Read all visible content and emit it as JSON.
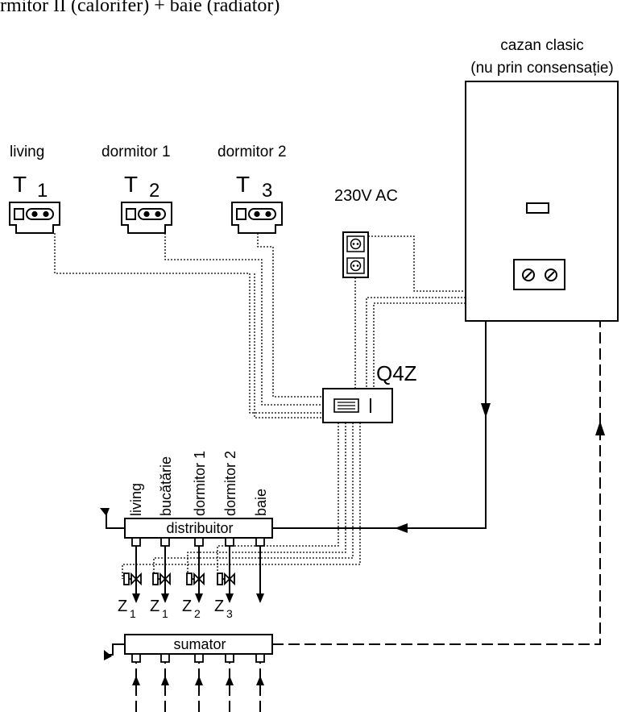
{
  "header_text": "rmitor II (calorifer) + baie (radiator)",
  "boiler": {
    "title_line1": "cazan clasic",
    "title_line2": "(nu prin consensație)"
  },
  "thermostats": [
    {
      "room": "living",
      "letter": "T",
      "index": "1"
    },
    {
      "room": "dormitor 1",
      "letter": "T",
      "index": "2"
    },
    {
      "room": "dormitor 2",
      "letter": "T",
      "index": "3"
    }
  ],
  "power": {
    "label": "230V AC"
  },
  "controller": {
    "label": "Q4Z"
  },
  "distributor": {
    "label": "distribuitor",
    "circuits": [
      "living",
      "bucătărie",
      "dormitor 1",
      "dormitor 2",
      "baie"
    ]
  },
  "zones": [
    {
      "letter": "Z",
      "index": "1"
    },
    {
      "letter": "Z",
      "index": "1"
    },
    {
      "letter": "Z",
      "index": "2"
    },
    {
      "letter": "Z",
      "index": "3"
    }
  ],
  "collector": {
    "label": "sumator"
  }
}
